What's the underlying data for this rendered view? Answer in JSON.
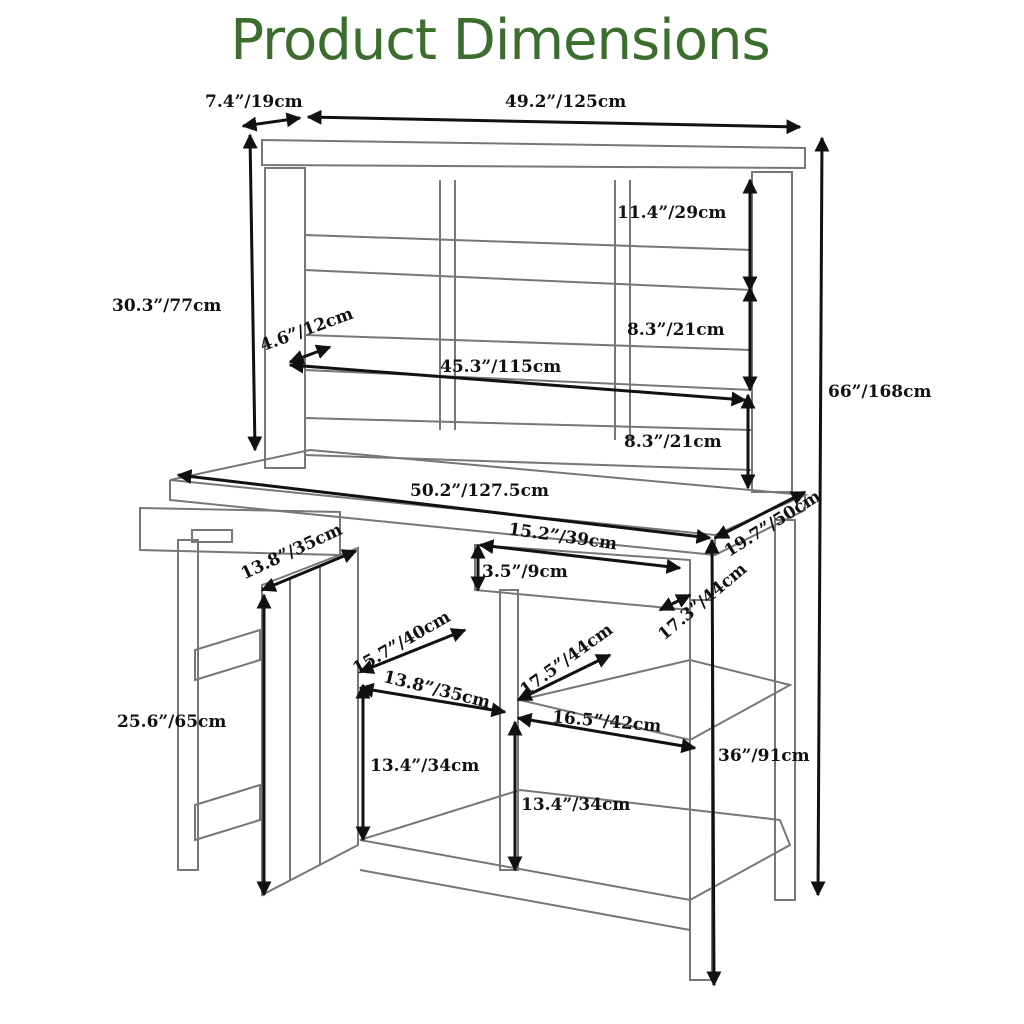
{
  "title": "Product Dimensions",
  "colors": {
    "title": "#3b6e2d",
    "lines": "#111111"
  },
  "dimensions": [
    "7.4”/19cm",
    "49.2”/125cm",
    "11.4”/29cm",
    "30.3”/77cm",
    "4.6”/12cm",
    "8.3”/21cm",
    "45.3”/115cm",
    "66”/168cm",
    "8.3”/21cm",
    "50.2”/127.5cm",
    "19.7”/50cm",
    "15.2”/39cm",
    "13.8”/35cm",
    "3.5”/9cm",
    "17.3”/44cm",
    "15.7”/40cm",
    "17.5”/44cm",
    "13.8”/35cm",
    "16.5”/42cm",
    "25.6”/65cm",
    "36”/91cm",
    "13.4”/34cm",
    "13.4”/34cm"
  ]
}
